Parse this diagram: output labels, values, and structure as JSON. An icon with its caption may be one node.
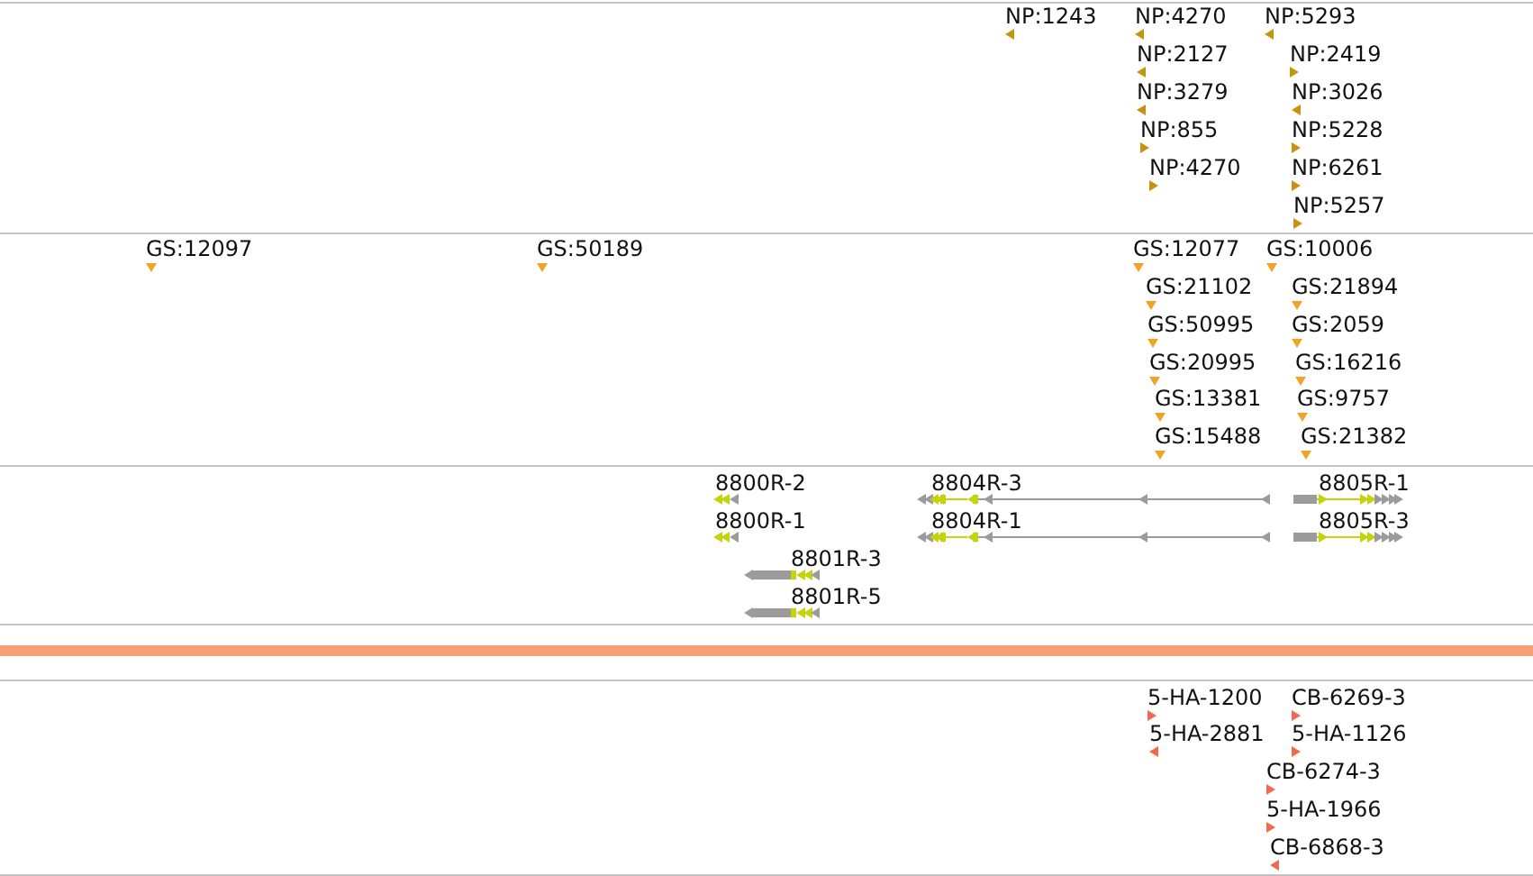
{
  "diagram": {
    "labels": [
      "NP:1243",
      "NP:4270",
      "NP:5293",
      "NP:2127",
      "NP:2419",
      "NP:3279",
      "NP:3026",
      "NP:855",
      "NP:5228",
      "NP:4270",
      "NP:6261",
      "NP:5257",
      "GS:12097",
      "GS:50189",
      "GS:12077",
      "GS:10006",
      "GS:21102",
      "GS:21894",
      "GS:50995",
      "GS:2059",
      "GS:20995",
      "GS:16216",
      "GS:13381",
      "GS:9757",
      "GS:15488",
      "GS:21382",
      "8800R-2",
      "8804R-3",
      "8805R-1",
      "8800R-1",
      "8804R-1",
      "8805R-3",
      "8801R-3",
      "8801R-5",
      "5-HA-1200",
      "CB-6269-3",
      "5-HA-2881",
      "5-HA-1126",
      "CB-6274-3",
      "5-HA-1966",
      "CB-6868-3"
    ]
  }
}
